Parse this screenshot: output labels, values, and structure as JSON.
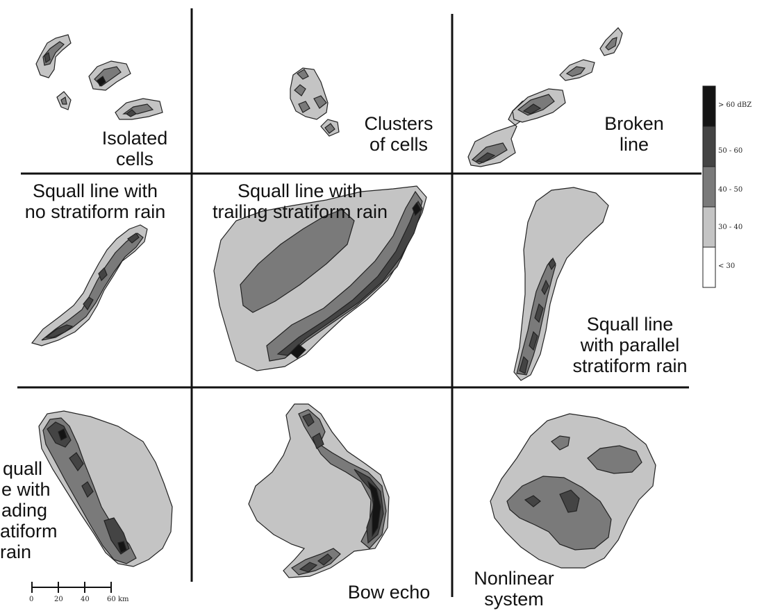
{
  "colors": {
    "level_30_40": "#c4c4c4",
    "level_40_50": "#7a7a7a",
    "level_50_60": "#444444",
    "level_gt60": "#141414",
    "level_lt30": "#ffffff",
    "outline": "#222222",
    "grid": "#111111"
  },
  "panels": [
    {
      "id": "isolated",
      "label": [
        "Isolated",
        "cells"
      ]
    },
    {
      "id": "clusters",
      "label": [
        "Clusters",
        "of cells"
      ]
    },
    {
      "id": "broken",
      "label": [
        "Broken",
        "line"
      ]
    },
    {
      "id": "no-strat",
      "label": [
        "Squall line with",
        "no stratiform rain"
      ]
    },
    {
      "id": "trailing",
      "label": [
        "Squall line with",
        "trailing stratiform rain"
      ]
    },
    {
      "id": "parallel",
      "label": [
        "Squall line",
        "with parallel",
        "stratiform rain"
      ]
    },
    {
      "id": "leading",
      "label": [
        "quall",
        "e with",
        "ading",
        "atiform",
        "rain"
      ]
    },
    {
      "id": "bow",
      "label": [
        "Bow echo"
      ]
    },
    {
      "id": "nonlinear",
      "label": [
        "Nonlinear",
        "system"
      ]
    }
  ],
  "legend": {
    "levels": [
      "> 60 dBZ",
      "50 - 60",
      "40 - 50",
      "30 - 40",
      "< 30"
    ]
  },
  "scale_bar": {
    "ticks": [
      "0",
      "20",
      "40",
      "60"
    ],
    "unit": "km"
  }
}
